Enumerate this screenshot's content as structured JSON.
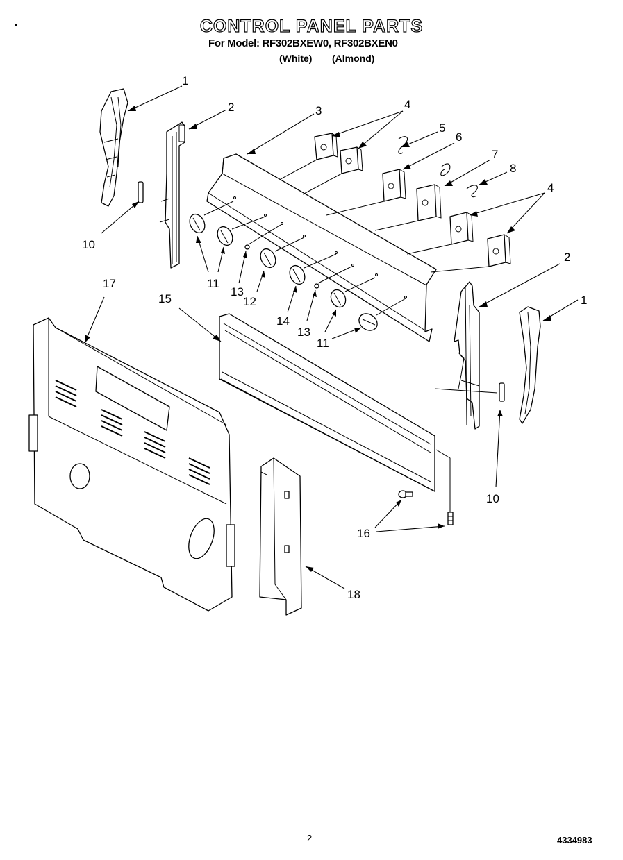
{
  "header": {
    "title": "CONTROL PANEL PARTS",
    "models": "For Model: RF302BXEW0, RF302BXEN0",
    "color_white": "(White)",
    "color_almond": "(Almond)"
  },
  "callouts": {
    "c1_left": "1",
    "c2_left": "2",
    "c3": "3",
    "c4_top": "4",
    "c5": "5",
    "c6": "6",
    "c7": "7",
    "c8": "8",
    "c4_right": "4",
    "c2_right": "2",
    "c1_right": "1",
    "c10_left": "10",
    "c11_left": "11",
    "c13_left": "13",
    "c12": "12",
    "c14": "14",
    "c13_right": "13",
    "c11_right": "11",
    "c17": "17",
    "c15": "15",
    "c10_right": "10",
    "c16": "16",
    "c18": "18"
  },
  "footer": {
    "page_number": "2",
    "document_number": "4334983"
  }
}
